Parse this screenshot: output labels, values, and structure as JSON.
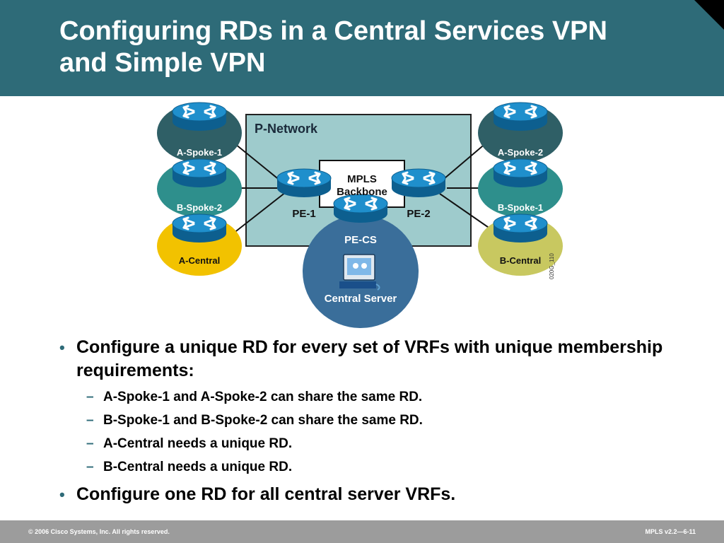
{
  "slide": {
    "title_line1": "Configuring RDs in a Central Services VPN",
    "title_line2": "and Simple VPN"
  },
  "diagram": {
    "p_network_label": "P-Network",
    "mpls_line1": "MPLS",
    "mpls_line2": "Backbone",
    "nodes": {
      "a_spoke_1": "A-Spoke-1",
      "b_spoke_2": "B-Spoke-2",
      "a_central": "A-Central",
      "a_spoke_2": "A-Spoke-2",
      "b_spoke_1": "B-Spoke-1",
      "b_central": "B-Central",
      "pe_1": "PE-1",
      "pe_2": "PE-2",
      "pe_cs": "PE-CS",
      "central_server": "Central Server"
    },
    "figure_code": "020G_110",
    "icons": [
      "router-icon",
      "server-icon"
    ],
    "colors": {
      "a_vpn_circle": "#2f5f66",
      "b_vpn_circle": "#2e8f8c",
      "a_central_circle": "#f2c200",
      "b_central_circle": "#c8c860",
      "p_network_fill": "#9ecbcc",
      "central_services_circle": "#3a6e9a",
      "router": "#1f8fcc"
    }
  },
  "bullets": [
    {
      "text": "Configure a unique RD for every set of VRFs with unique membership requirements:",
      "sub": [
        "A-Spoke-1 and A-Spoke-2 can share the same RD.",
        "B-Spoke-1 and B-Spoke-2 can share the same RD.",
        "A-Central needs a unique RD.",
        "B-Central needs a unique RD."
      ]
    },
    {
      "text": "Configure one RD for all central server VRFs."
    }
  ],
  "footer": {
    "copyright": "© 2006 Cisco Systems, Inc. All rights reserved.",
    "course_ref": "MPLS v2.2—6-11"
  }
}
